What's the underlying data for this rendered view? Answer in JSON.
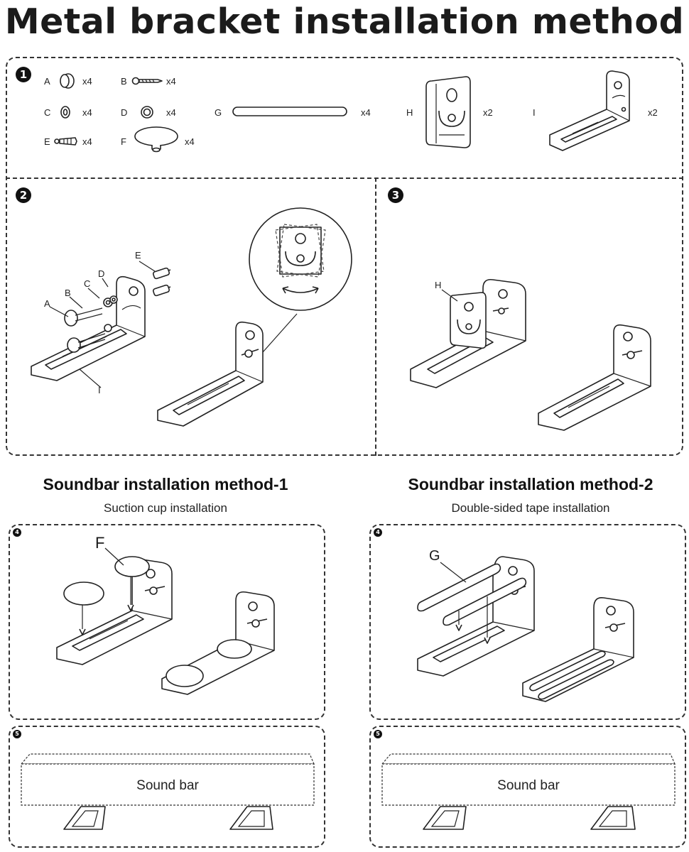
{
  "title": "Metal bracket installation method",
  "steps": {
    "s1": "1",
    "s2": "2",
    "s3": "3",
    "m1_s4": "4",
    "m1_s5": "5",
    "m2_s4": "4",
    "m2_s5": "5"
  },
  "parts": [
    {
      "letter": "A",
      "qty": "x4",
      "icon": "cap-icon"
    },
    {
      "letter": "B",
      "qty": "x4",
      "icon": "screw-icon"
    },
    {
      "letter": "C",
      "qty": "x4",
      "icon": "washer-icon"
    },
    {
      "letter": "D",
      "qty": "x4",
      "icon": "ring-washer-icon"
    },
    {
      "letter": "E",
      "qty": "x4",
      "icon": "wall-anchor-icon"
    },
    {
      "letter": "F",
      "qty": "x4",
      "icon": "suction-cup-icon"
    },
    {
      "letter": "G",
      "qty": "x4",
      "icon": "tape-strip-icon"
    },
    {
      "letter": "H",
      "qty": "x2",
      "icon": "adapter-plate-icon"
    },
    {
      "letter": "I",
      "qty": "x2",
      "icon": "l-bracket-icon"
    }
  ],
  "step2_callouts": [
    "E",
    "D",
    "C",
    "B",
    "A",
    "I"
  ],
  "step3_callouts": [
    "H"
  ],
  "method1": {
    "heading": "Soundbar installation method-1",
    "subheading": "Suction cup installation",
    "callout": "F",
    "bar_label": "Sound bar"
  },
  "method2": {
    "heading": "Soundbar installation method-2",
    "subheading": "Double-sided tape installation",
    "callout": "G",
    "bar_label": "Sound bar"
  }
}
